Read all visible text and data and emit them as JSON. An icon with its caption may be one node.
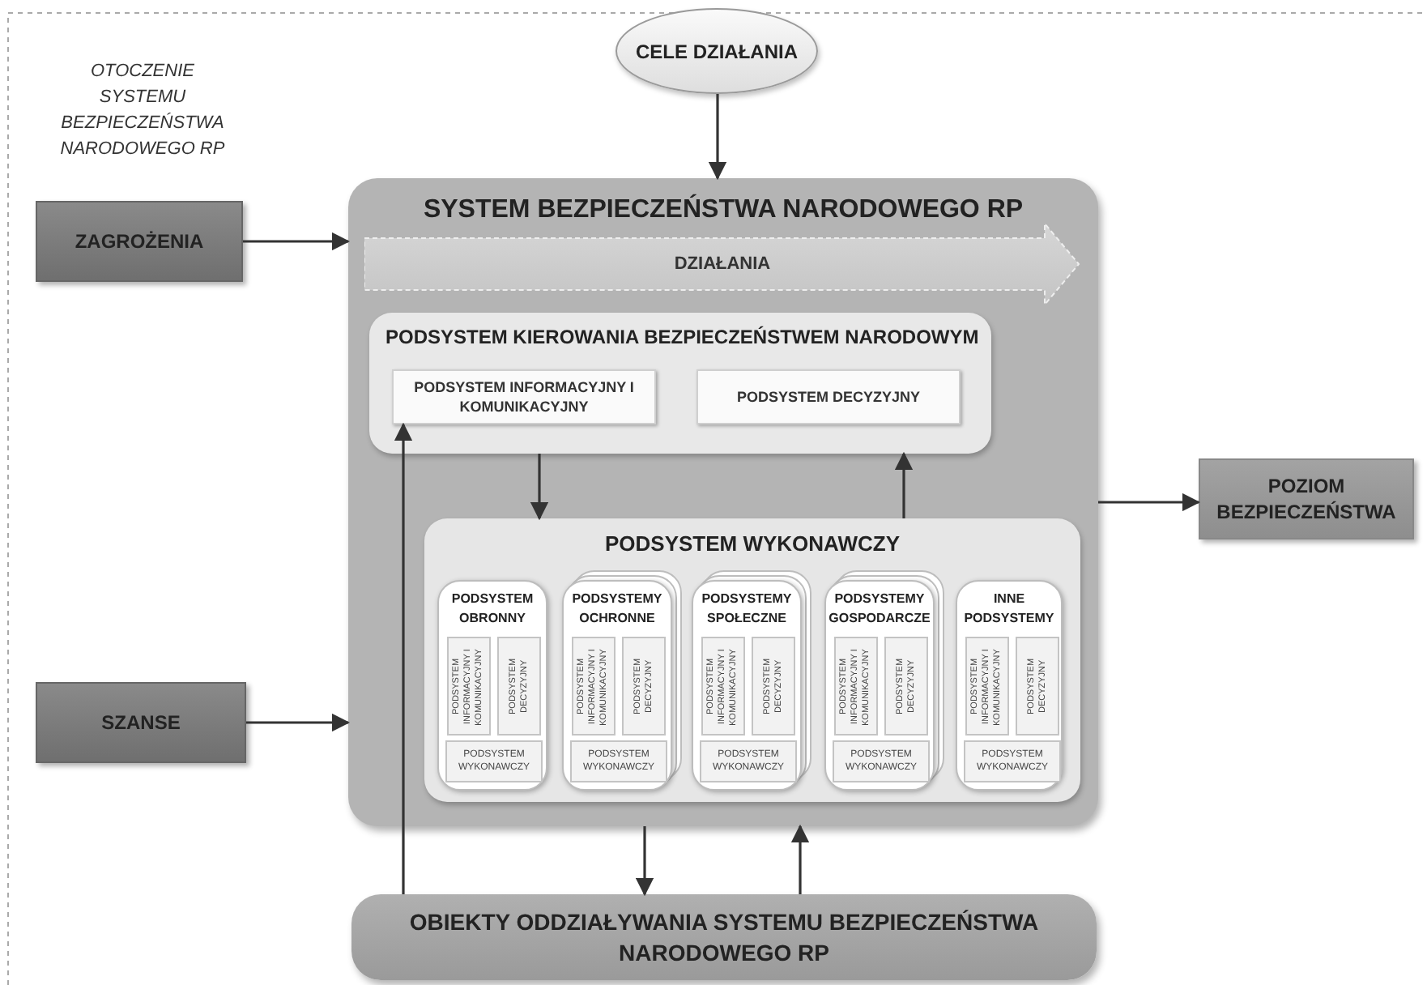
{
  "diagram": {
    "nodes": [
      {
        "text": [
          "CELE DZIAŁANIA"
        ]
      },
      {
        "text": [
          "ZAGROŻENIA"
        ]
      },
      {
        "text": [
          "SYSTEM BEZPIECZEŃSTWA NARODOWEGO RP"
        ]
      },
      {
        "text": [
          "DZIAŁANIA"
        ],
        "in": 2
      },
      {
        "text": [
          "PODSYSTEM KIEROWANIA BEZPIECZEŃSTWEM NARODOWYM"
        ],
        "in": 2
      },
      {
        "text": [
          "PODSYSTEM INFORMACYJNY I KOMUNIKACYJNY"
        ],
        "in": 4
      },
      {
        "text": [
          "PODSYSTEM DECYZYJNY"
        ],
        "in": 4
      },
      {
        "text": [
          "PODSYSTEM WYKONAWCZY"
        ],
        "in": 2
      },
      {
        "text": [
          "PODSYSTEM OBRONNY"
        ],
        "in": 7
      },
      {
        "text": [
          "PODSYSTEM INFORMACYJNY I KOMUNIKACYJNY"
        ],
        "in": 8
      },
      {
        "text": [
          "PODSYSTEM DECYZYJNY"
        ],
        "in": 8
      },
      {
        "text": [
          "PODSYSTEM WYKONAWCZY"
        ],
        "in": 8
      },
      {
        "text": [
          "PODSYSTEMY OCHRONNE"
        ],
        "in": 7
      },
      {
        "text": [
          "PODSYSTEM INFORMACYJNY I KOMUNIKACYJNY"
        ],
        "in": 12
      },
      {
        "text": [
          "PODSYSTEM DECYZYJNY"
        ],
        "in": 12
      },
      {
        "text": [
          "PODSYSTEM WYKONAWCZY"
        ],
        "in": 12
      },
      {
        "text": [
          "PODSYSTEMY SPOŁECZNE"
        ],
        "in": 7
      },
      {
        "text": [
          "PODSYSTEM INFORMACYJNY I KOMUNIKACYJNY"
        ],
        "in": 16
      },
      {
        "text": [
          "PODSYSTEM DECYZYJNY"
        ],
        "in": 16
      },
      {
        "text": [
          "PODSYSTEM WYKONAWCZY"
        ],
        "in": 16
      },
      {
        "text": [
          "PODSYSTEMY GOSPODARCZE"
        ],
        "in": 7
      },
      {
        "text": [
          "PODSYSTEM INFORMACYJNY I KOMUNIKACYJNY"
        ],
        "in": 20
      },
      {
        "text": [
          "PODSYSTEM DECYZYJNY"
        ],
        "in": 20
      },
      {
        "text": [
          "PODSYSTEM WYKONAWCZY"
        ],
        "in": 20
      },
      {
        "text": [
          "INNE PODSYSTEMY"
        ],
        "in": 7
      },
      {
        "text": [
          "PODSYSTEM INFORMACYJNY I KOMUNIKACYJNY"
        ],
        "in": 24
      },
      {
        "text": [
          "PODSYSTEM DECYZYJNY"
        ],
        "in": 24
      },
      {
        "text": [
          "PODSYSTEM WYKONAWCZY"
        ],
        "in": 24
      },
      {
        "text": [
          "SZANSE"
        ]
      },
      {
        "text": [
          "POZIOM BEZPIECZEŃSTWA"
        ]
      },
      {
        "text": [
          "OBIEKTY ODDZIAŁYWANIA SYSTEMU BEZPIECZEŃSTWA NARODOWEGO RP"
        ]
      }
    ],
    "edges": [
      {
        "from": 0,
        "to": 2,
        "arrow": "to"
      },
      {
        "from": 1,
        "to": 2,
        "arrow": "to"
      },
      {
        "from": 28,
        "to": 2,
        "arrow": "to"
      },
      {
        "from": 2,
        "to": 29,
        "arrow": "to"
      },
      {
        "from": 4,
        "to": 7,
        "arrow": "to"
      },
      {
        "from": 7,
        "to": 4,
        "arrow": "to"
      },
      {
        "from": 30,
        "to": 5,
        "arrow": "to"
      },
      {
        "from": 2,
        "to": 30,
        "arrow": "to"
      },
      {
        "from": 30,
        "to": 2,
        "arrow": "to"
      }
    ],
    "labels": [
      "OTOCZENIE SYSTEMU BEZPIECZEŃSTWA NARODOWEGO RP"
    ]
  }
}
